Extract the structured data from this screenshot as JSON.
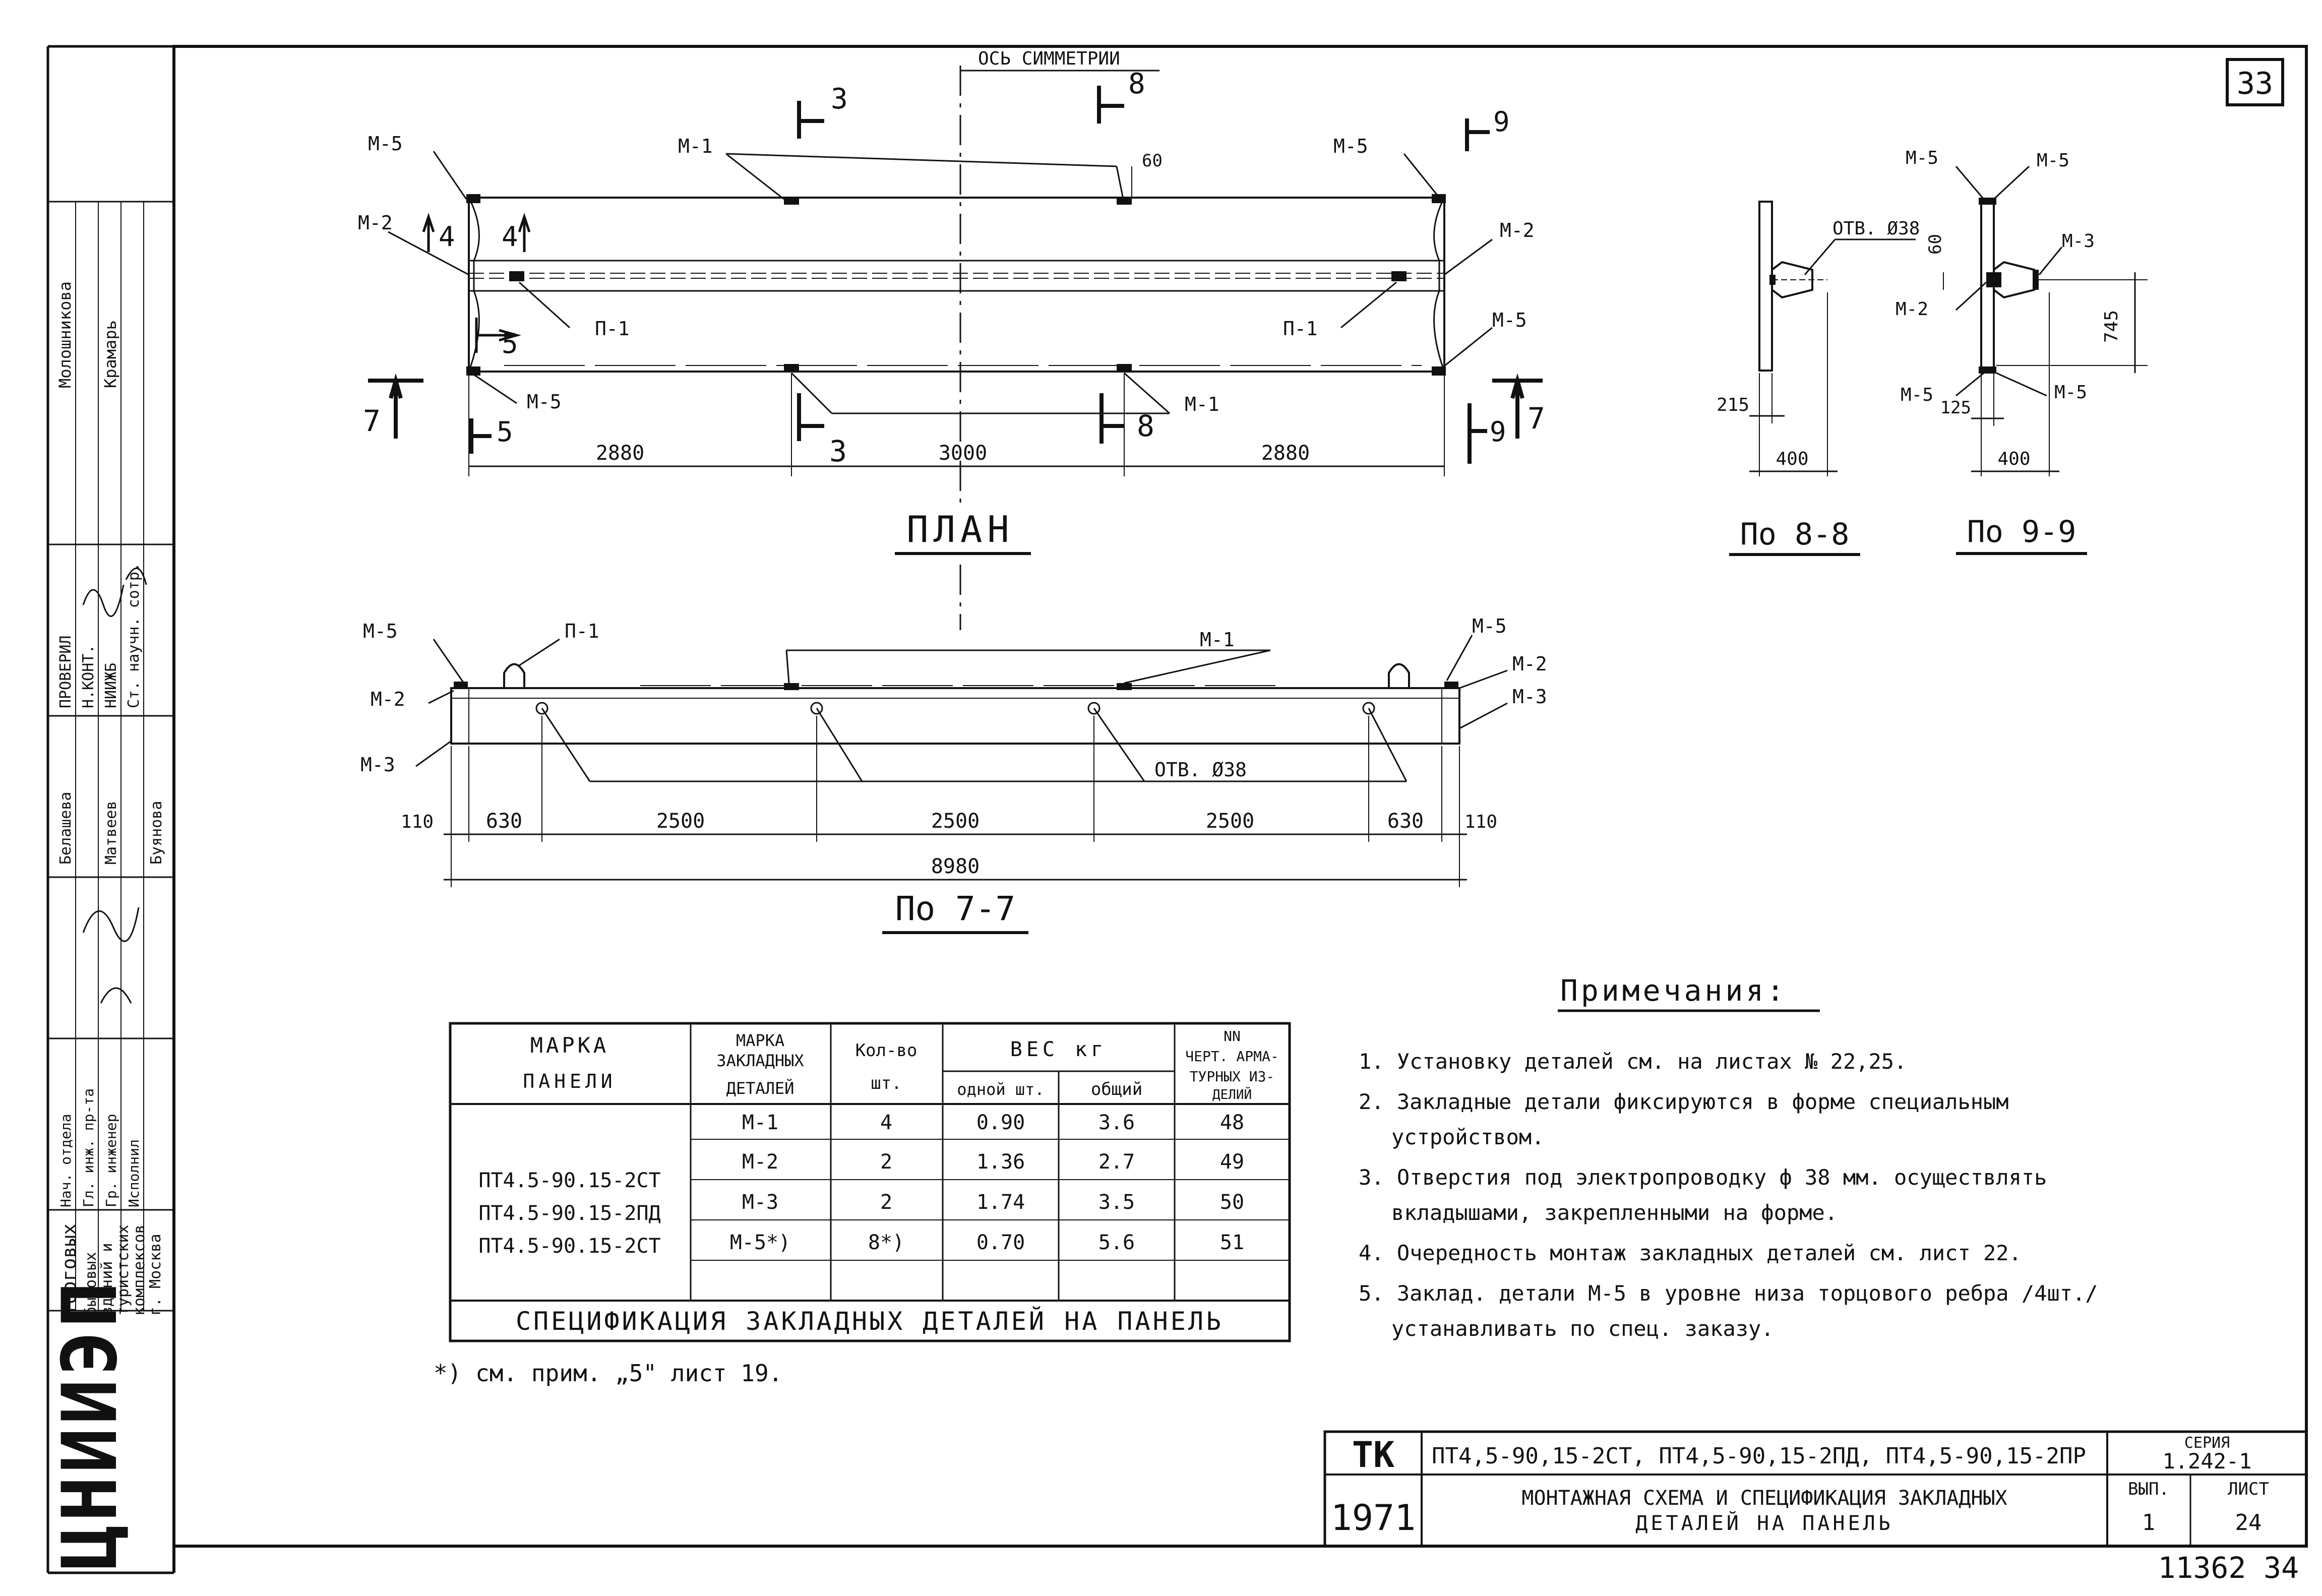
{
  "page_number": "33",
  "stamp_bottom": "11362 34",
  "plan": {
    "title": "ПЛАН",
    "symmetry_axis": "ОСЬ СИММЕТРИИ",
    "marks": {
      "m1": "М-1",
      "m2": "М-2",
      "m3": "М-3",
      "m5": "М-5",
      "p1": "П-1"
    },
    "sections": {
      "s3": "3",
      "s4": "4",
      "s5": "5",
      "s7": "7",
      "s8": "8",
      "s9": "9"
    },
    "dims": {
      "d60": "60",
      "d2880a": "2880",
      "d3000": "3000",
      "d2880b": "2880"
    }
  },
  "view77": {
    "title": "По 7-7",
    "hole": "ОТВ. Ø38",
    "dims": {
      "d110a": "110",
      "d630a": "630",
      "d2500a": "2500",
      "d2500b": "2500",
      "d2500c": "2500",
      "d630b": "630",
      "d110b": "110",
      "total": "8980"
    }
  },
  "section88": {
    "title": "По 8-8",
    "hole": "ОТВ. Ø38",
    "dims": {
      "d215": "215",
      "d400": "400"
    }
  },
  "section99": {
    "title": "По 9-9",
    "dims": {
      "d60": "60",
      "d745": "745",
      "d125": "125",
      "d400": "400"
    }
  },
  "notes": {
    "heading": "Примечания:",
    "items": [
      "1. Установку деталей см. на листах № 22,25.",
      "2. Закладные детали фиксируются в форме специальным",
      "устройством.",
      "3. Отверстия под электропроводку ф 38 мм. осуществлять",
      "вкладышами, закрепленными на форме.",
      "4. Очередность монтаж закладных деталей см. лист 22.",
      "5. Заклад. детали М-5 в уровне низа торцового ребра /4шт./",
      "устанавливать по спец. заказу."
    ]
  },
  "spec_table": {
    "headers": {
      "panel_1": "МАРКА",
      "panel_2": "ПАНЕЛИ",
      "part_1": "МАРКА",
      "part_2": "ЗАКЛАДНЫХ",
      "part_3": "ДЕТАЛЕЙ",
      "qty_1": "Кол-во",
      "qty_2": "шт.",
      "weight": "ВЕС кг",
      "w_one": "одной шт.",
      "w_total": "общий",
      "drw_1": "NN",
      "drw_2": "ЧЕРТ. АРМА-",
      "drw_3": "ТУРНЫХ ИЗ-",
      "drw_4": "ДЕЛИЙ"
    },
    "panels": [
      "ПТ4.5-90.15-2СТ",
      "ПТ4.5-90.15-2ПД",
      "ПТ4.5-90.15-2СТ"
    ],
    "rows": [
      {
        "part": "М-1",
        "qty": "4",
        "w_one": "0.90",
        "w_total": "3.6",
        "drawing": "48"
      },
      {
        "part": "М-2",
        "qty": "2",
        "w_one": "1.36",
        "w_total": "2.7",
        "drawing": "49"
      },
      {
        "part": "М-3",
        "qty": "2",
        "w_one": "1.74",
        "w_total": "3.5",
        "drawing": "50"
      },
      {
        "part": "М-5*)",
        "qty": "8*)",
        "w_one": "0.70",
        "w_total": "5.6",
        "drawing": "51"
      }
    ],
    "caption": "СПЕЦИФИКАЦИЯ ЗАКЛАДНЫХ ДЕТАЛЕЙ НА ПАНЕЛЬ",
    "footnote": "*) см. прим. „5\" лист 19."
  },
  "title_block": {
    "code": "ТК",
    "year": "1971",
    "marks": "ПТ4,5-90,15-2СТ, ПТ4,5-90,15-2ПД, ПТ4,5-90,15-2ПР",
    "title_1": "МОНТАЖНАЯ СХЕМА И СПЕЦИФИКАЦИЯ ЗАКЛАДНЫХ",
    "title_2": "ДЕТАЛЕЙ НА ПАНЕЛЬ",
    "series_label": "СЕРИЯ",
    "series": "1.242-1",
    "issue_label": "ВЫП.",
    "issue": "1",
    "sheet_label": "ЛИСТ",
    "sheet": "24"
  },
  "side_block": {
    "org": "ЦНИИЭП",
    "org_lines": [
      "Торговых",
      "бытовых",
      "зданий и",
      "туристских",
      "комплексов",
      "г. Москва"
    ],
    "roles": [
      "Нач. отдела",
      "Гл. инж. пр-та",
      "Гр. инженер",
      "Исполнил"
    ],
    "checked": "ПРОВЕРИЛ",
    "norms": [
      "Н.КОНТ.",
      "НИИЖБ"
    ],
    "sci": "Ст. научн. сотр.",
    "names": [
      "Молошникова",
      "Крамарь",
      "Белашева",
      "Матвеев",
      "Буянова"
    ]
  }
}
